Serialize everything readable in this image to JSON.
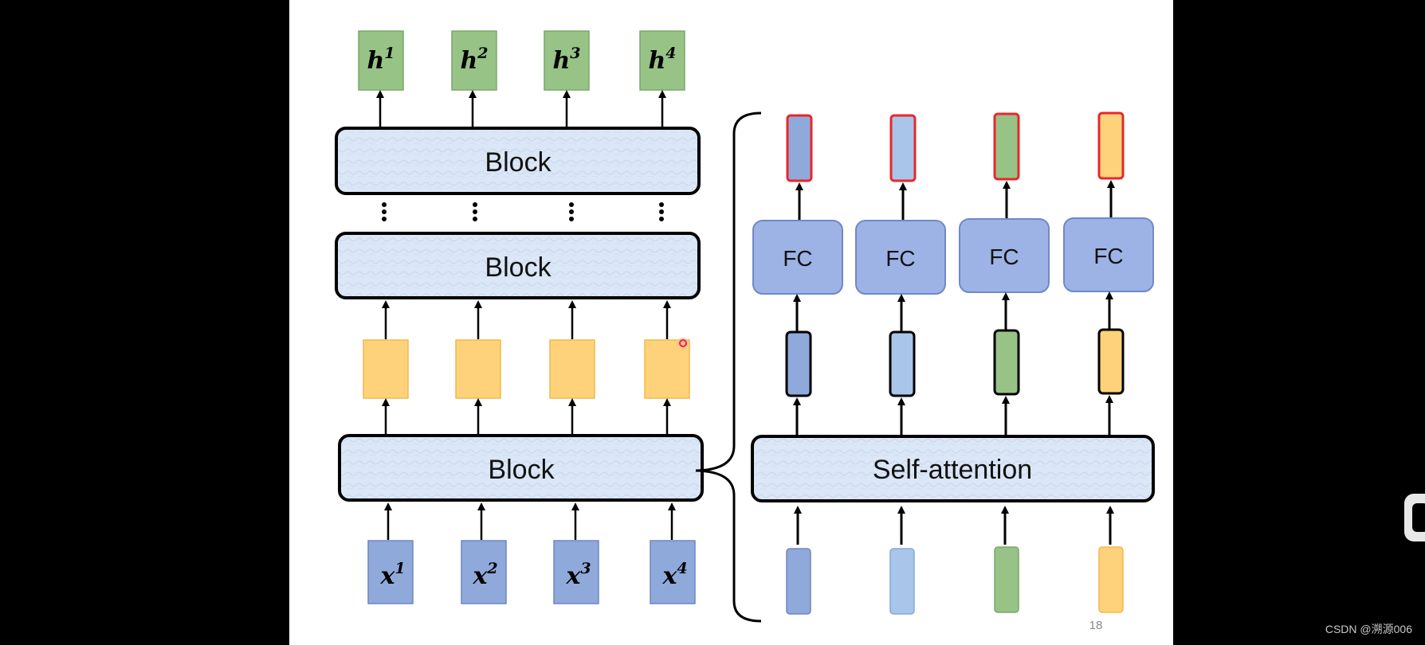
{
  "diagram": {
    "outputs": [
      {
        "base": "h",
        "sup": "1"
      },
      {
        "base": "h",
        "sup": "2"
      },
      {
        "base": "h",
        "sup": "3"
      },
      {
        "base": "h",
        "sup": "4"
      }
    ],
    "inputs": [
      {
        "base": "x",
        "sup": "1"
      },
      {
        "base": "x",
        "sup": "2"
      },
      {
        "base": "x",
        "sup": "3"
      },
      {
        "base": "x",
        "sup": "4"
      }
    ],
    "block_label": "Block",
    "fc_label": "FC",
    "self_attention_label": "Self-attention",
    "page_number": "18"
  },
  "watermark": "CSDN @溯源006",
  "colors": {
    "green": "#97c386",
    "green_border": "#7aa868",
    "blue": "#8fa9da",
    "blue_border": "#6f86c2",
    "light_blue": "#a9c6ea",
    "yellow": "#fdd27a",
    "yellow_border": "#f2b94b",
    "fc_fill": "#9db3e6",
    "fc_border": "#7088c7",
    "red": "#e8272b",
    "block_fill": "#dbe7f6"
  }
}
